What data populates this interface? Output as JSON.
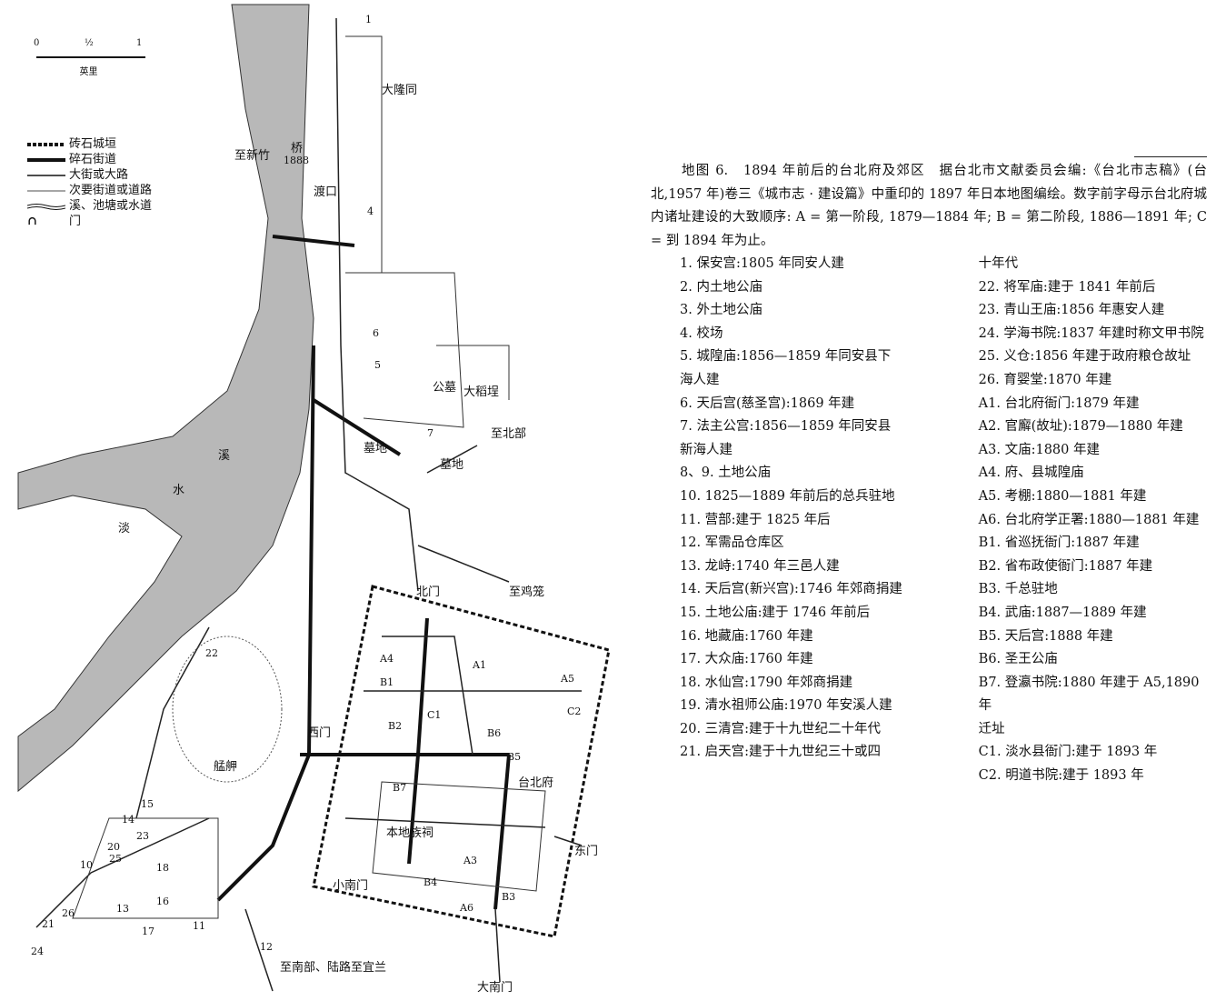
{
  "scale": {
    "ticks": [
      "0",
      "½",
      "1"
    ],
    "unit": "英里"
  },
  "legend": [
    {
      "label": "砖石城垣",
      "style": "wall"
    },
    {
      "label": "碎石街道",
      "style": "paved"
    },
    {
      "label": "大街或大路",
      "style": "main"
    },
    {
      "label": "次要街道或道路",
      "style": "minor"
    },
    {
      "label": "溪、池塘或水道",
      "style": "water"
    },
    {
      "label": "门",
      "style": "gate"
    }
  ],
  "map_labels": {
    "dalongtong": "大隆同",
    "to_xinzhu": "至新竹",
    "bridge": "桥",
    "bridge_year": "1888",
    "ferry": "渡口",
    "dadaocheng": "大稻埕",
    "cemetery1": "公墓",
    "to_north": "至北部",
    "cemetery2": "墓地",
    "cemetery3": "墓地",
    "river1": "淡",
    "river2": "水",
    "river3": "溪",
    "to_jilong": "至鸡笼",
    "north_gate": "北门",
    "west_gate": "西门",
    "taipei_fu": "台北府",
    "east_gate": "东门",
    "small_south_gate": "小南门",
    "big_south_gate": "大南门",
    "local_shrine": "本地族祠",
    "mengjia": "艋舺",
    "to_south": "至南部、陆路至宜兰",
    "markers": [
      "1",
      "4",
      "6",
      "5",
      "7",
      "A4",
      "B1",
      "A1",
      "A5",
      "B2",
      "C1",
      "B6",
      "B5",
      "C2",
      "B7",
      "A3",
      "B4",
      "A6",
      "B3",
      "15",
      "14",
      "23",
      "20",
      "25",
      "10",
      "18",
      "13",
      "16",
      "17",
      "11",
      "12",
      "21",
      "26",
      "24",
      "22"
    ]
  },
  "caption": {
    "text": "地图 6.　1894 年前后的台北府及郊区　据台北市文献委员会编:《台北市志稿》(台北,1957 年)卷三《城市志 · 建设篇》中重印的 1897 年日本地图编绘。数字前字母示台北府城内诸址建设的大致顺序: A = 第一阶段, 1879—1884 年; B = 第二阶段, 1886—1891 年; C = 到 1894 年为止。",
    "col1": [
      "1. 保安宫:1805 年同安人建",
      "2. 内土地公庙",
      "3. 外土地公庙",
      "4. 校场",
      "5. 城隍庙:1856—1859 年同安县下",
      "海人建",
      "6. 天后宫(慈圣宫):1869 年建",
      "7. 法主公宫:1856—1859 年同安县",
      "新海人建",
      "8、9. 土地公庙",
      "10. 1825—1889 年前后的总兵驻地",
      "11. 营部:建于 1825 年后",
      "12. 军需品仓库区",
      "13. 龙峙:1740 年三邑人建",
      "14. 天后宫(新兴宫):1746 年郊商捐建",
      "15. 土地公庙:建于 1746 年前后",
      "16. 地藏庙:1760 年建",
      "17. 大众庙:1760 年建",
      "18. 水仙宫:1790 年郊商捐建",
      "19. 清水祖师公庙:1970 年安溪人建",
      "20. 三清宫:建于十九世纪二十年代",
      "21. 启天宫:建于十九世纪三十或四"
    ],
    "col2": [
      "十年代",
      "22. 将军庙:建于 1841 年前后",
      "23. 青山王庙:1856 年惠安人建",
      "24. 学海书院:1837 年建时称文甲书院",
      "25. 义仓:1856 年建于政府粮仓故址",
      "26. 育婴堂:1870 年建",
      "A1. 台北府衙门:1879 年建",
      "A2. 官廨(故址):1879—1880 年建",
      "A3. 文庙:1880 年建",
      "A4. 府、县城隍庙",
      "A5. 考棚:1880—1881 年建",
      "A6. 台北府学正署:1880—1881 年建",
      "B1. 省巡抚衙门:1887 年建",
      "B2. 省布政使衙门:1887 年建",
      "B3. 千总驻地",
      "B4. 武庙:1887—1889 年建",
      "B5. 天后宫:1888 年建",
      "B6. 圣王公庙",
      "B7. 登瀛书院:1880 年建于 A5,1890 年",
      "迁址",
      "C1. 淡水县衙门:建于 1893 年",
      "C2. 明道书院:建于 1893 年"
    ]
  }
}
